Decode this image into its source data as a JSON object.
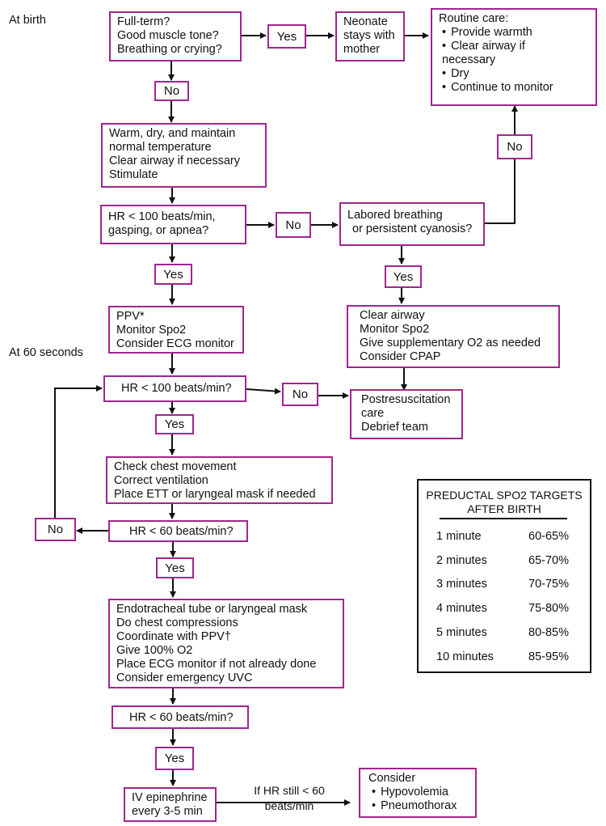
{
  "labels": {
    "at_birth": "At birth",
    "at_60_seconds": "At 60 seconds",
    "if_hr_still_line1": "If HR still < 60",
    "if_hr_still_line2": "beats/min"
  },
  "boxes": {
    "initial_assessment": [
      "Full-term?",
      "Good muscle tone?",
      "Breathing or crying?"
    ],
    "neonate_stays": [
      "Neonate",
      "stays with",
      "mother"
    ],
    "routine_care_title": "Routine care:",
    "routine_care_items": [
      "Provide warmth",
      "Clear airway if",
      "necessary",
      "Dry",
      "Continue to monitor"
    ],
    "warm_dry": [
      "Warm, dry, and maintain",
      "normal temperature",
      "Clear airway if necessary",
      "Stimulate"
    ],
    "hr_check_1": [
      "HR < 100 beats/min,",
      "gasping, or apnea?"
    ],
    "labored_breathing": [
      "Labored breathing",
      "or persistent cyanosis?"
    ],
    "ppv": [
      "PPV*",
      "Monitor Spo2",
      "Consider ECG monitor"
    ],
    "clear_airway": [
      "Clear airway",
      "Monitor Spo2",
      "Give supplementary O2 as needed",
      "Consider CPAP"
    ],
    "hr_check_2": [
      "HR < 100 beats/min?"
    ],
    "postresuscitation": [
      "Postresuscitation",
      "care",
      "Debrief team"
    ],
    "chest_movement": [
      "Check chest movement",
      "Correct ventilation",
      "Place ETT or laryngeal mask if needed"
    ],
    "hr_check_3": [
      "HR < 60 beats/min?"
    ],
    "endotracheal": [
      "Endotracheal tube or laryngeal mask",
      "Do chest compressions",
      "Coordinate with PPV†",
      "Give 100% O2",
      "Place ECG monitor if not already done",
      "Consider emergency UVC"
    ],
    "hr_check_4": [
      "HR < 60 beats/min?"
    ],
    "iv_epinephrine": [
      "IV epinephrine",
      "every 3-5 min"
    ],
    "consider_title": "Consider",
    "consider_items": [
      "Hypovolemia",
      "Pneumothorax"
    ]
  },
  "answers": {
    "yes_1": "Yes",
    "no_1": "No",
    "no_2": "No",
    "no_3": "No",
    "yes_2": "Yes",
    "yes_3": "Yes",
    "yes_4": "Yes",
    "no_4": "No",
    "no_5": "No",
    "yes_5": "Yes",
    "yes_6": "Yes"
  },
  "targets_table": {
    "title_line1": "PREDUCTAL SPO2 TARGETS",
    "title_line2": "AFTER BIRTH",
    "rows": [
      {
        "time": "1 minute",
        "target": "60-65%"
      },
      {
        "time": "2 minutes",
        "target": "65-70%"
      },
      {
        "time": "3 minutes",
        "target": "70-75%"
      },
      {
        "time": "4 minutes",
        "target": "75-80%"
      },
      {
        "time": "5 minutes",
        "target": "80-85%"
      },
      {
        "time": "10 minutes",
        "target": "85-95%"
      }
    ]
  },
  "colors": {
    "box_border": "#a0268f",
    "line": "#111111"
  }
}
